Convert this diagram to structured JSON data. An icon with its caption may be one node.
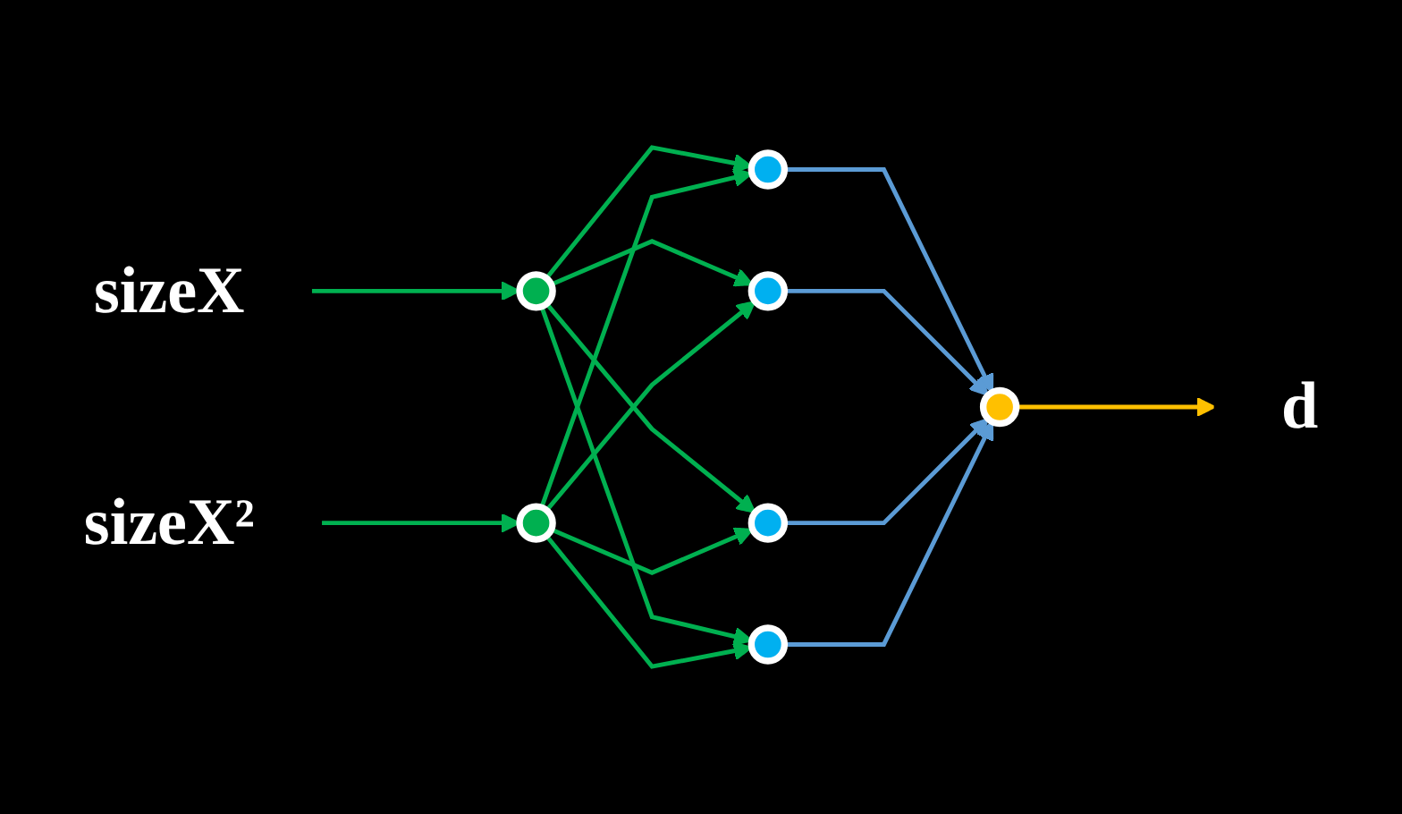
{
  "diagram": {
    "nodes": [
      {
        "text": [
          "sizeX"
        ]
      },
      {
        "text": [
          "sizeX²"
        ]
      },
      {
        "text": [],
        "shape": "circle"
      },
      {
        "text": [],
        "shape": "circle"
      },
      {
        "text": [],
        "shape": "circle"
      },
      {
        "text": [],
        "shape": "circle"
      },
      {
        "text": [],
        "shape": "circle"
      },
      {
        "text": [],
        "shape": "circle"
      },
      {
        "text": [],
        "shape": "circle"
      },
      {
        "text": [
          "d"
        ]
      }
    ],
    "edges": [
      {
        "from": 0,
        "to": 2,
        "arrow": "to"
      },
      {
        "from": 1,
        "to": 3,
        "arrow": "to"
      },
      {
        "from": 2,
        "to": 4,
        "arrow": "to"
      },
      {
        "from": 2,
        "to": 5,
        "arrow": "to"
      },
      {
        "from": 2,
        "to": 6,
        "arrow": "to"
      },
      {
        "from": 2,
        "to": 7,
        "arrow": "to"
      },
      {
        "from": 3,
        "to": 4,
        "arrow": "to"
      },
      {
        "from": 3,
        "to": 5,
        "arrow": "to"
      },
      {
        "from": 3,
        "to": 6,
        "arrow": "to"
      },
      {
        "from": 3,
        "to": 7,
        "arrow": "to"
      },
      {
        "from": 4,
        "to": 8,
        "arrow": "to",
        "color": "#5b9bd5"
      },
      {
        "from": 5,
        "to": 8,
        "arrow": "to",
        "color": "#5b9bd5"
      },
      {
        "from": 6,
        "to": 8,
        "arrow": "to",
        "color": "#5b9bd5"
      },
      {
        "from": 7,
        "to": 8,
        "arrow": "to",
        "color": "#5b9bd5"
      },
      {
        "from": 8,
        "to": 9,
        "arrow": "to",
        "color": "#ffc000"
      }
    ]
  }
}
